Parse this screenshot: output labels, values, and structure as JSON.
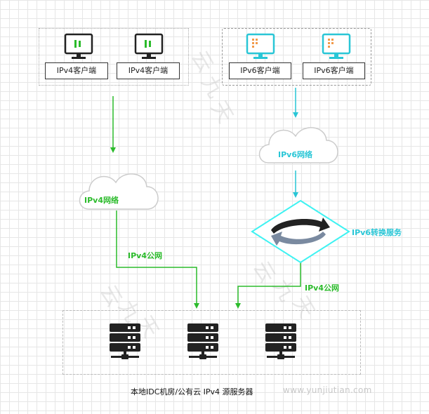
{
  "ipv4_clients": [
    "IPv4客户端",
    "IPv4客户端"
  ],
  "ipv6_clients": [
    "IPv6客户端",
    "IPv6客户端"
  ],
  "labels": {
    "ipv4_network": "IPv4网络",
    "ipv6_network": "IPv6网络",
    "ipv6_conversion": "IPv6转换服务",
    "ipv4_public_1": "IPv4公网",
    "ipv4_public_2": "IPv4公网"
  },
  "caption": "本地IDC机房/公有云 IPv4 源服务器",
  "watermark": {
    "url": "www.yunjiutian.com",
    "chars": [
      "云",
      "九",
      "天"
    ]
  },
  "icons": {
    "ipv4_monitor": "monitor-icon",
    "ipv6_monitor": "monitor-icon",
    "server": "server-rack-icon",
    "cloud": "cloud-icon",
    "conversion": "rotate-arrows-icon"
  },
  "colors": {
    "ipv4_line": "#2bbb2b",
    "ipv6_line": "#29c6d6",
    "ipv4_screen": "#2bbb2b",
    "ipv6_screen": "#f29a4a",
    "ipv6_monitor_frame": "#29c6d6",
    "server": "#222222"
  }
}
